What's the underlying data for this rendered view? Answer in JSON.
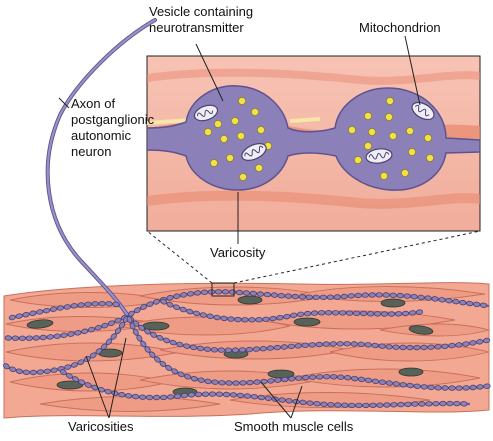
{
  "labels": {
    "vesicle": "Vesicle containing\nneurotransmitter",
    "mitochondrion": "Mitochondrion",
    "axon": "Axon of\npostganglionic\nautonomic\nneuron",
    "varicosity": "Varicosity",
    "varicosities": "Varicosities",
    "smooth_muscle": "Smooth muscle cells"
  },
  "colors": {
    "inset_background": "#f3b3a2",
    "membrane_band": "#e88a72",
    "axon_purple": "#8c80b8",
    "axon_outline": "#5e5390",
    "vesicle_yellow": "#f2e24a",
    "muscle_pink": "#ee9c86",
    "muscle_outline": "#c9705a",
    "nucleus_gray": "#596258",
    "leader_line": "#222222"
  }
}
